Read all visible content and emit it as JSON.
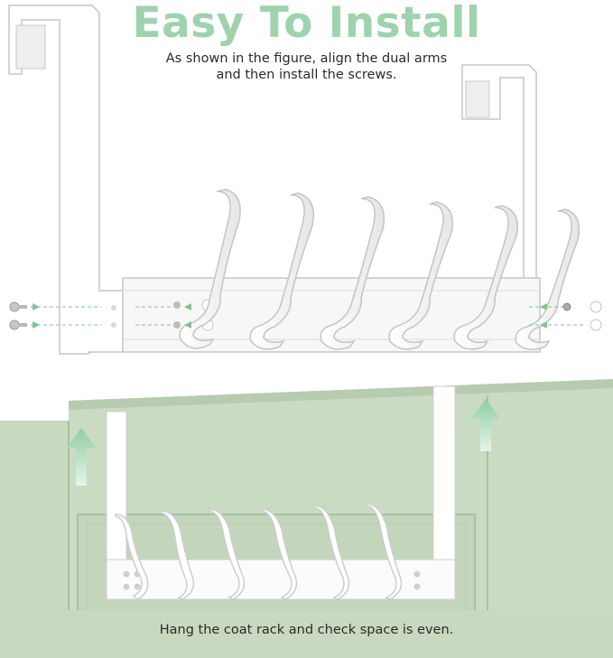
{
  "heading": {
    "title": "Easy To Install",
    "instruction_line1": "As shown in the figure, align the dual arms",
    "instruction_line2": "and then install the screws."
  },
  "caption": "Hang the coat rack and check space is even.",
  "colors": {
    "accent_green": "#9ed3ad",
    "door_green": "#c6d8bf",
    "rack_white": "#ffffff",
    "outline_gray": "#c9c9c9"
  },
  "icons": {
    "arrow": "up-arrow-icon",
    "screw": "screw-icon",
    "cap": "screw-cap-icon"
  }
}
